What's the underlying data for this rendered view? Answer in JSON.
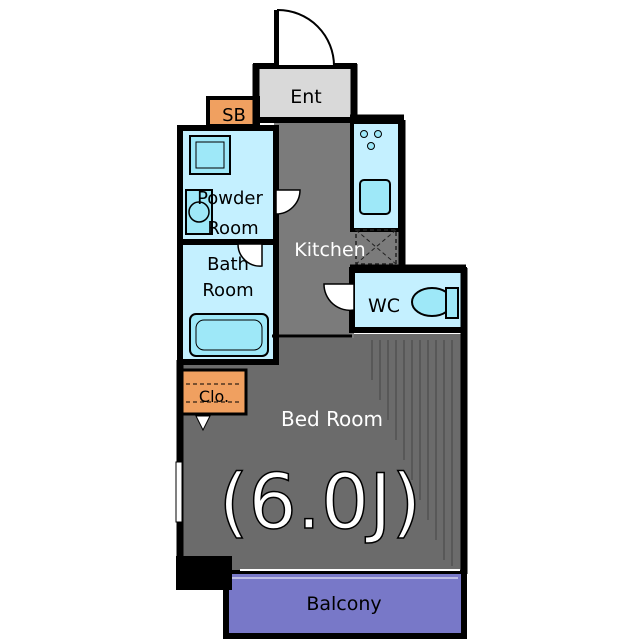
{
  "labels": {
    "entrance": "Ent",
    "shoe_box": "SB",
    "powder_room": [
      "Powder",
      "Room"
    ],
    "kitchen": "Kitchen",
    "bath_room": [
      "Bath",
      "Room"
    ],
    "wc": "WC",
    "closet": "Clo.",
    "bed_room": "Bed Room",
    "bed_room_size": "(6.0J)",
    "balcony": "Balcony"
  },
  "colors": {
    "wall": "#000000",
    "floor_dark": "#6b6b6b",
    "floor_grey": "#7b7b7b",
    "entry_floor": "#d9d9d9",
    "wet_area": "#c4f0ff",
    "fixture": "#9ee8f8",
    "storage": "#f0a060",
    "balcony": "#7878c8"
  }
}
